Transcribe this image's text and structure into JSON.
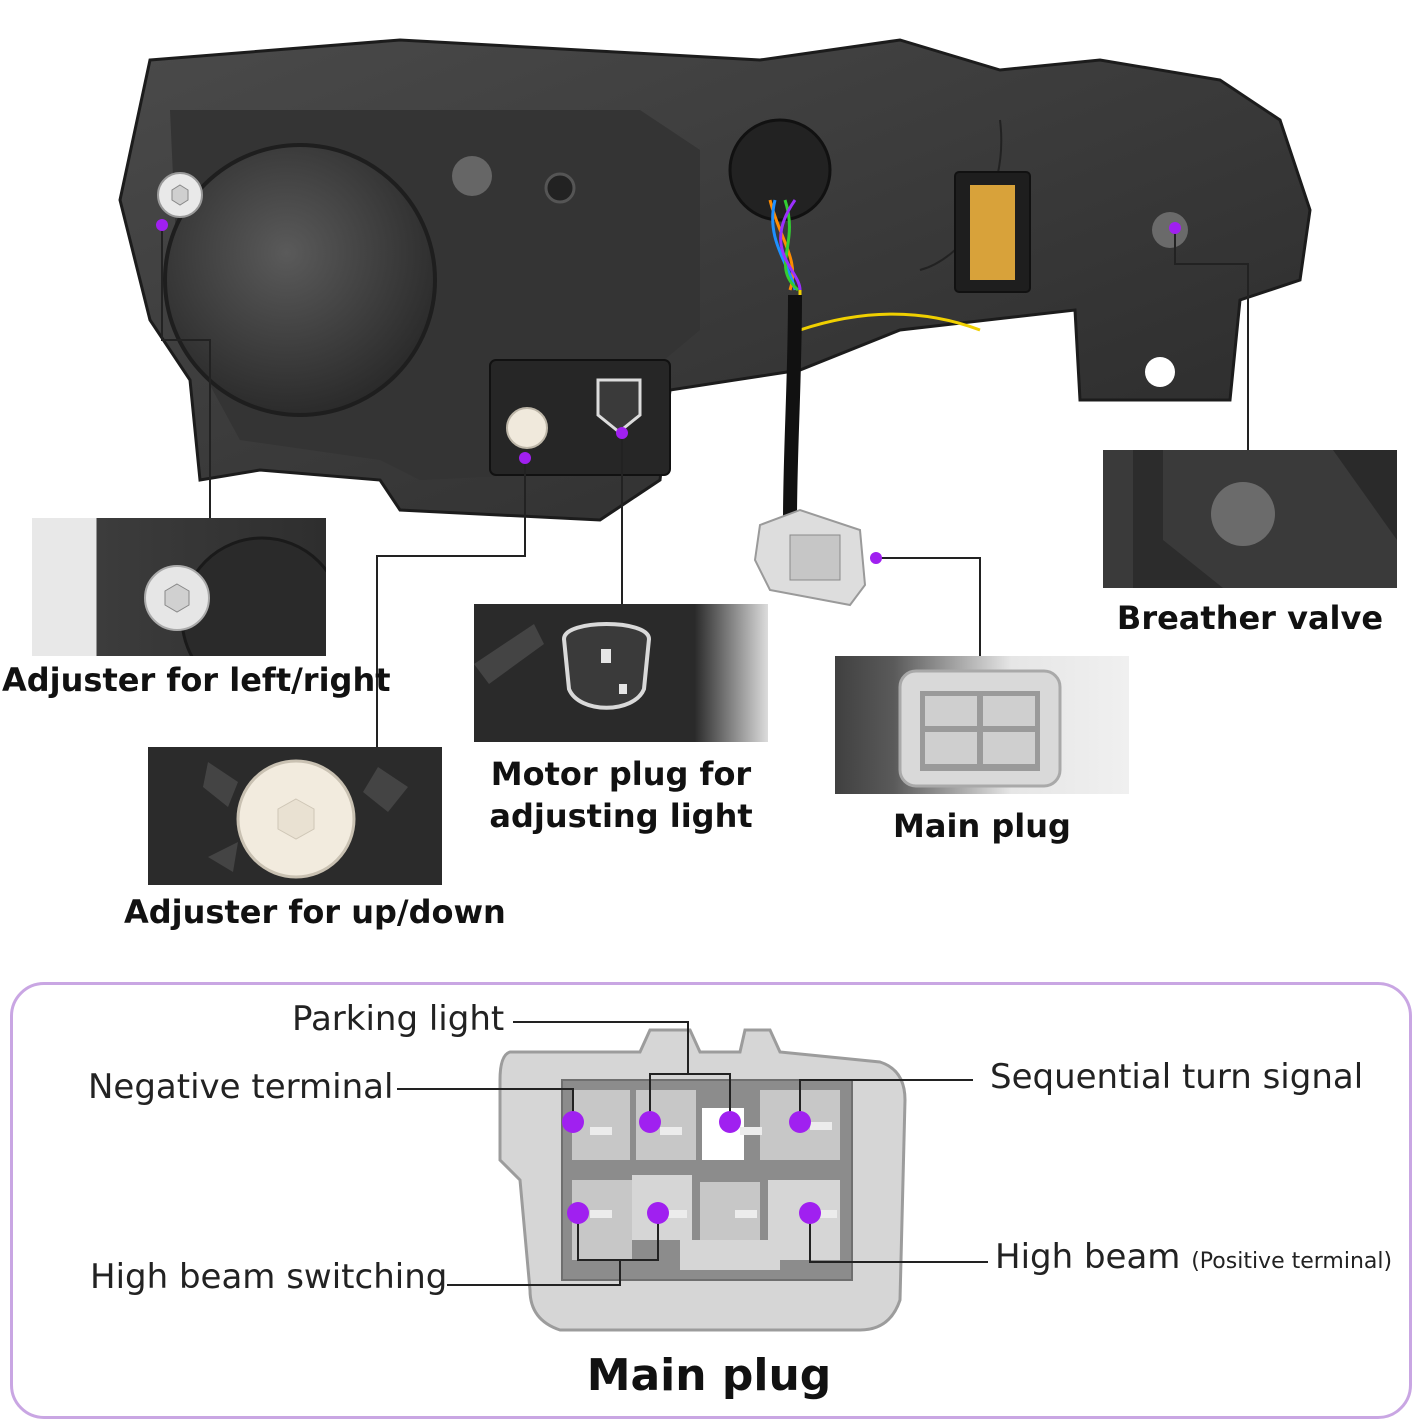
{
  "callouts": {
    "breather_valve": "Breather valve",
    "adjuster_left_right": "Adjuster for left/right",
    "motor_plug": "Motor plug for adjusting light",
    "motor_plug_line1": "Motor plug for",
    "motor_plug_line2": "adjusting light",
    "main_plug": "Main plug",
    "adjuster_up_down": "Adjuster for up/down"
  },
  "pinout": {
    "title": "Main plug",
    "parking_light": "Parking light",
    "negative_terminal": "Negative terminal",
    "sequential_turn_signal": "Sequential turn signal",
    "high_beam_switching": "High beam switching",
    "high_beam": "High beam",
    "high_beam_note": "(Positive terminal)"
  },
  "colors": {
    "marker": "#a020f0",
    "panel_border": "#c9a6e3"
  }
}
